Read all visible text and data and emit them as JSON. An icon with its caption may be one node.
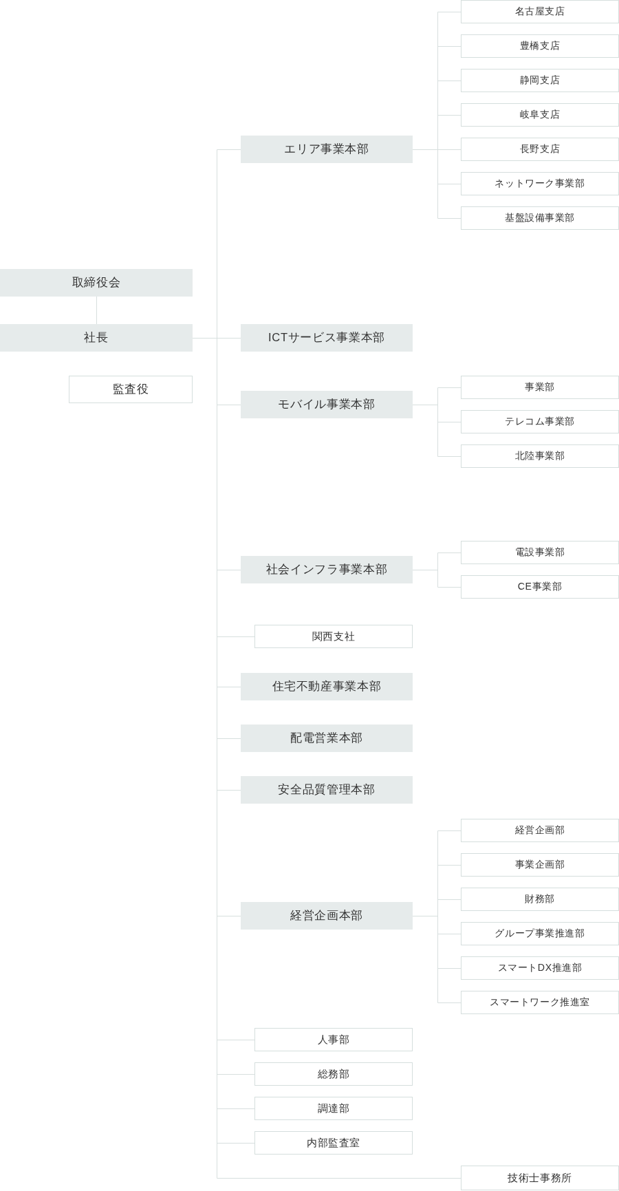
{
  "diagram": {
    "nodes": [
      {
        "text": [
          "取締役会"
        ]
      },
      {
        "text": [
          "社長"
        ]
      },
      {
        "text": [
          "監査役"
        ]
      },
      {
        "text": [
          "エリア事業本部"
        ]
      },
      {
        "text": [
          "名古屋支店"
        ]
      },
      {
        "text": [
          "豊橋支店"
        ]
      },
      {
        "text": [
          "静岡支店"
        ]
      },
      {
        "text": [
          "岐阜支店"
        ]
      },
      {
        "text": [
          "長野支店"
        ]
      },
      {
        "text": [
          "ネットワーク事業部"
        ]
      },
      {
        "text": [
          "基盤設備事業部"
        ]
      },
      {
        "text": [
          "ICTサービス事業本部"
        ]
      },
      {
        "text": [
          "モバイル事業本部"
        ]
      },
      {
        "text": [
          "事業部"
        ]
      },
      {
        "text": [
          "テレコム事業部"
        ]
      },
      {
        "text": [
          "北陸事業部"
        ]
      },
      {
        "text": [
          "社会インフラ事業本部"
        ]
      },
      {
        "text": [
          "電設事業部"
        ]
      },
      {
        "text": [
          "CE事業部"
        ]
      },
      {
        "text": [
          "関西支社"
        ]
      },
      {
        "text": [
          "住宅不動産事業本部"
        ]
      },
      {
        "text": [
          "配電営業本部"
        ]
      },
      {
        "text": [
          "安全品質管理本部"
        ]
      },
      {
        "text": [
          "経営企画本部"
        ]
      },
      {
        "text": [
          "経営企画部"
        ]
      },
      {
        "text": [
          "事業企画部"
        ]
      },
      {
        "text": [
          "財務部"
        ]
      },
      {
        "text": [
          "グループ事業推進部"
        ]
      },
      {
        "text": [
          "スマートDX推進部"
        ]
      },
      {
        "text": [
          "スマートワーク推進室"
        ]
      },
      {
        "text": [
          "人事部"
        ]
      },
      {
        "text": [
          "総務部"
        ]
      },
      {
        "text": [
          "調達部"
        ]
      },
      {
        "text": [
          "内部監査室"
        ]
      },
      {
        "text": [
          "技術士事務所"
        ]
      }
    ],
    "edges": [
      {
        "from": 0,
        "to": 1,
        "arrow": "none"
      },
      {
        "from": 1,
        "to": 3,
        "arrow": "none"
      },
      {
        "from": 3,
        "to": 4,
        "arrow": "none"
      },
      {
        "from": 3,
        "to": 5,
        "arrow": "none"
      },
      {
        "from": 3,
        "to": 6,
        "arrow": "none"
      },
      {
        "from": 3,
        "to": 7,
        "arrow": "none"
      },
      {
        "from": 3,
        "to": 8,
        "arrow": "none"
      },
      {
        "from": 3,
        "to": 9,
        "arrow": "none"
      },
      {
        "from": 3,
        "to": 10,
        "arrow": "none"
      },
      {
        "from": 1,
        "to": 11,
        "arrow": "none"
      },
      {
        "from": 1,
        "to": 12,
        "arrow": "none"
      },
      {
        "from": 12,
        "to": 13,
        "arrow": "none"
      },
      {
        "from": 12,
        "to": 14,
        "arrow": "none"
      },
      {
        "from": 12,
        "to": 15,
        "arrow": "none"
      },
      {
        "from": 1,
        "to": 16,
        "arrow": "none"
      },
      {
        "from": 16,
        "to": 17,
        "arrow": "none"
      },
      {
        "from": 16,
        "to": 18,
        "arrow": "none"
      },
      {
        "from": 1,
        "to": 19,
        "arrow": "none"
      },
      {
        "from": 1,
        "to": 20,
        "arrow": "none"
      },
      {
        "from": 1,
        "to": 21,
        "arrow": "none"
      },
      {
        "from": 1,
        "to": 22,
        "arrow": "none"
      },
      {
        "from": 1,
        "to": 23,
        "arrow": "none"
      },
      {
        "from": 23,
        "to": 24,
        "arrow": "none"
      },
      {
        "from": 23,
        "to": 25,
        "arrow": "none"
      },
      {
        "from": 23,
        "to": 26,
        "arrow": "none"
      },
      {
        "from": 23,
        "to": 27,
        "arrow": "none"
      },
      {
        "from": 23,
        "to": 28,
        "arrow": "none"
      },
      {
        "from": 23,
        "to": 29,
        "arrow": "none"
      },
      {
        "from": 1,
        "to": 30,
        "arrow": "none"
      },
      {
        "from": 1,
        "to": 31,
        "arrow": "none"
      },
      {
        "from": 1,
        "to": 32,
        "arrow": "none"
      },
      {
        "from": 1,
        "to": 33,
        "arrow": "none"
      },
      {
        "from": 1,
        "to": 34,
        "arrow": "none"
      }
    ]
  }
}
